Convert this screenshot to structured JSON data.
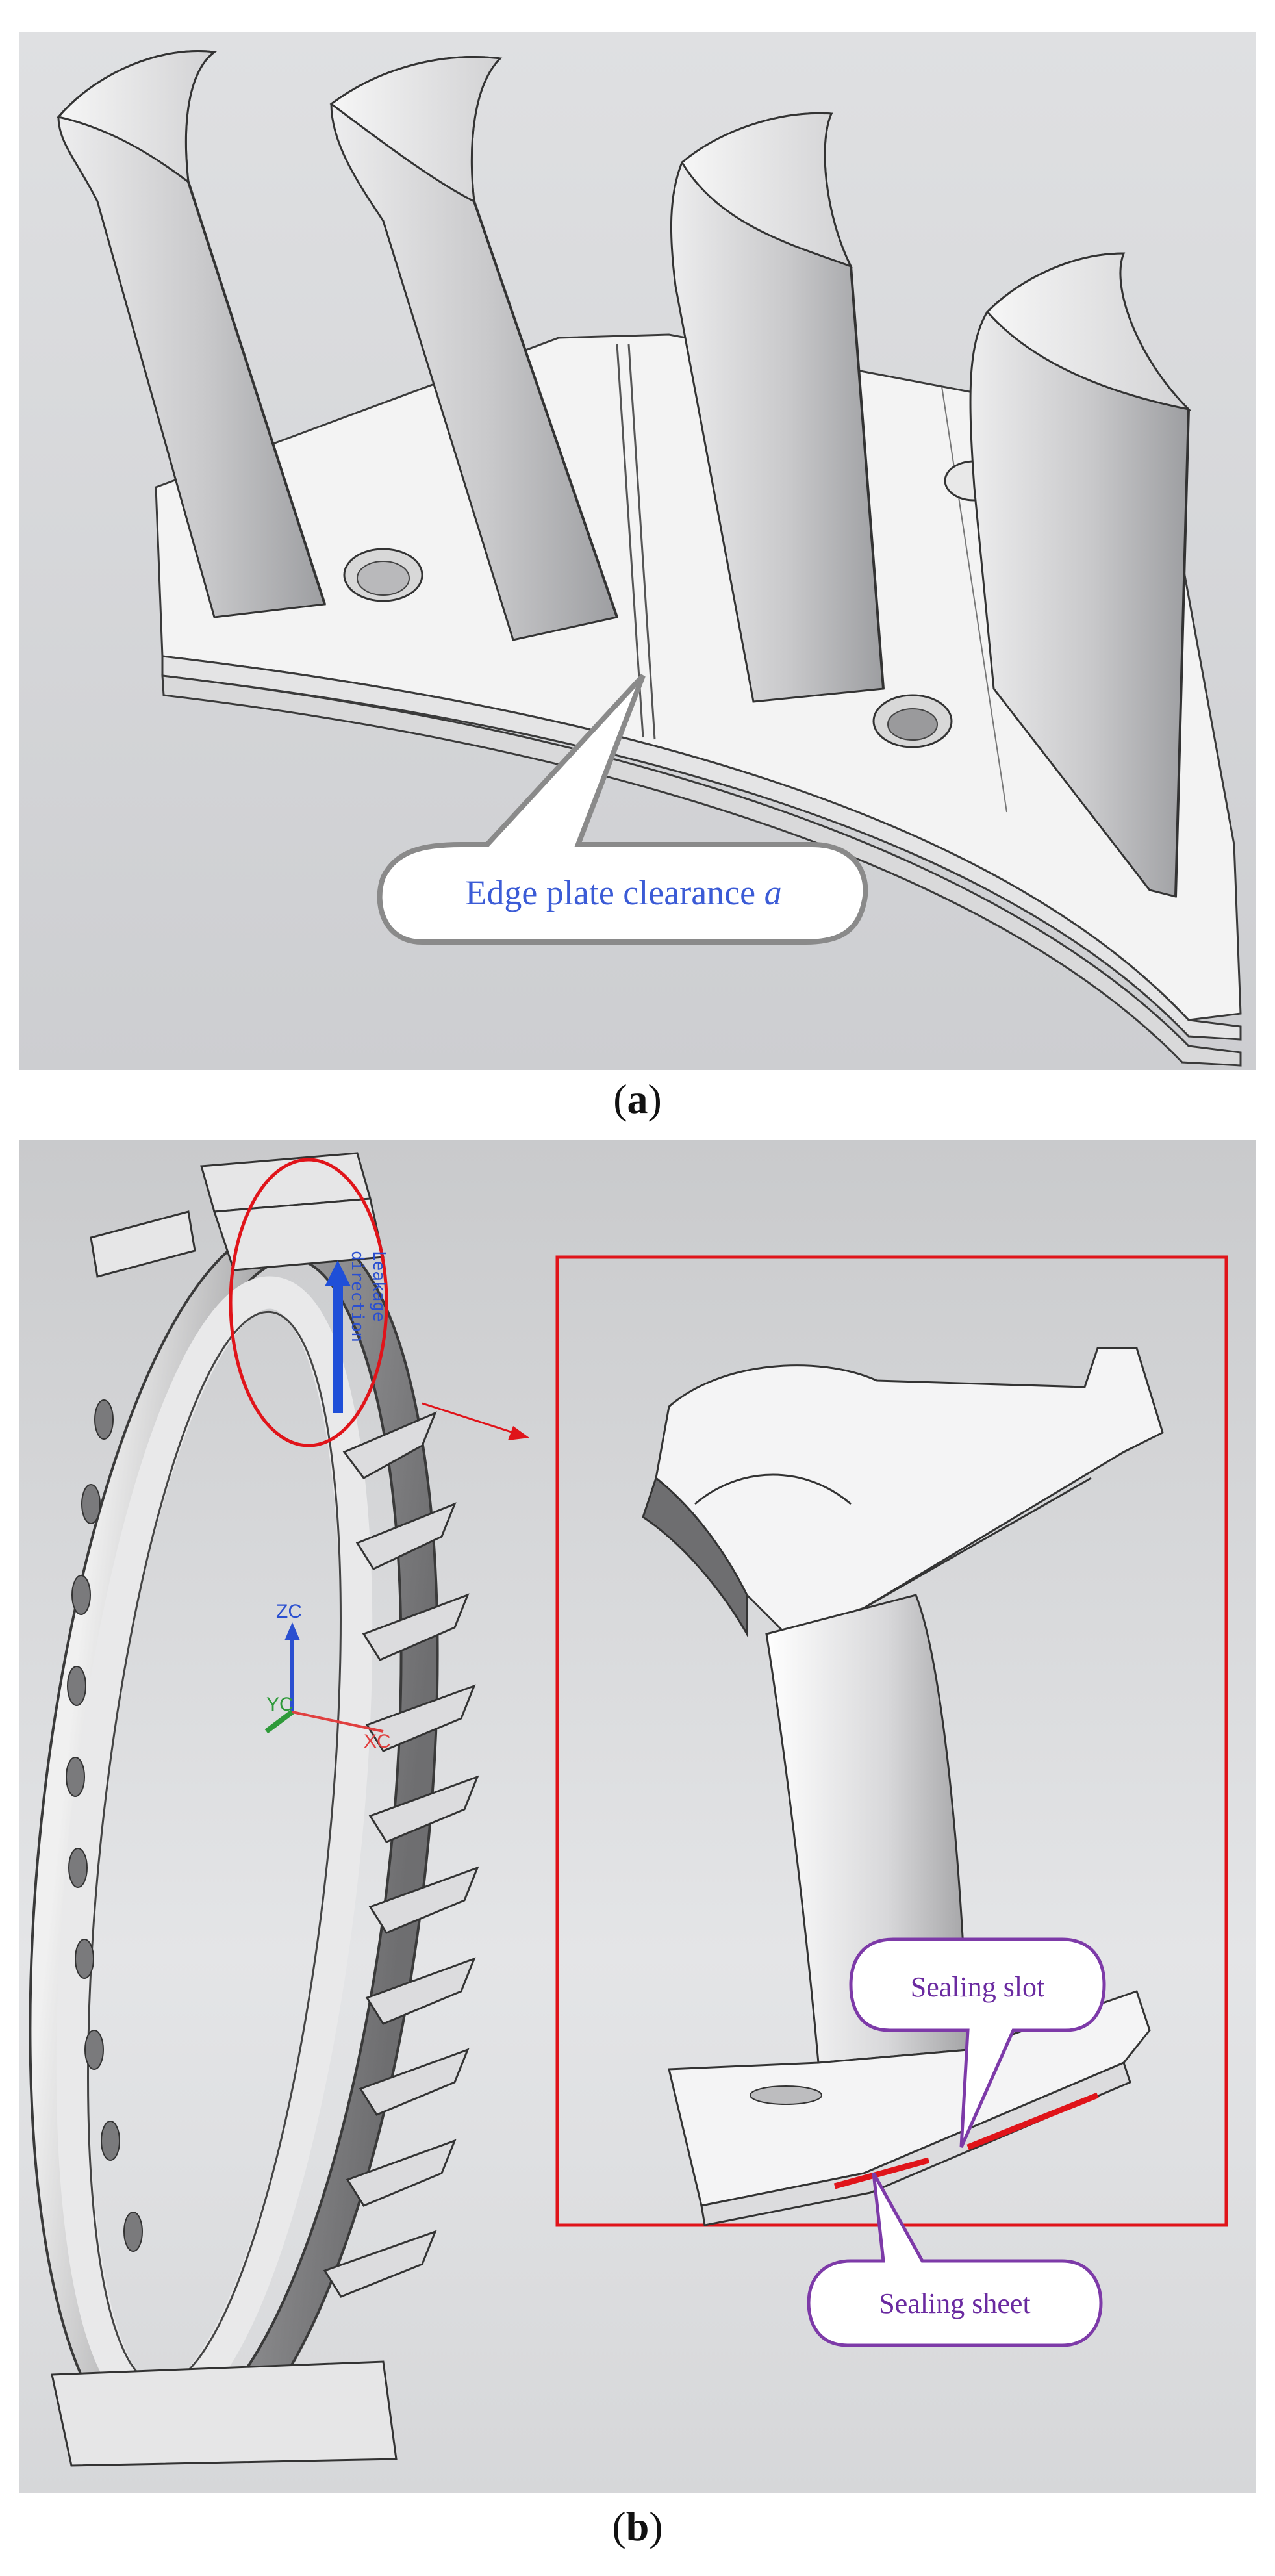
{
  "panel_a": {
    "callout_text": "Edge plate clearance ",
    "callout_var": "a",
    "caption_open": "(",
    "caption_letter": "a",
    "caption_close": ")"
  },
  "panel_b": {
    "leakage_line1": "Leakage",
    "leakage_line2": "direction",
    "axis_zc": "ZC",
    "axis_yc": "YC",
    "axis_xc": "XC",
    "sealing_slot": "Sealing slot",
    "sealing_sheet": "Sealing sheet",
    "caption_open": "(",
    "caption_letter": "b",
    "caption_close": ")"
  },
  "colors": {
    "callout_text_a": "#3b5bd6",
    "callout_text_b": "#6a2aa0",
    "callout_border_b": "#7d3aa8",
    "highlight_red": "#e0141a",
    "arrow_blue": "#1f4fd8",
    "axis_blue": "#2a4fd0",
    "axis_green": "#2f9a3a",
    "axis_red": "#e04040"
  }
}
